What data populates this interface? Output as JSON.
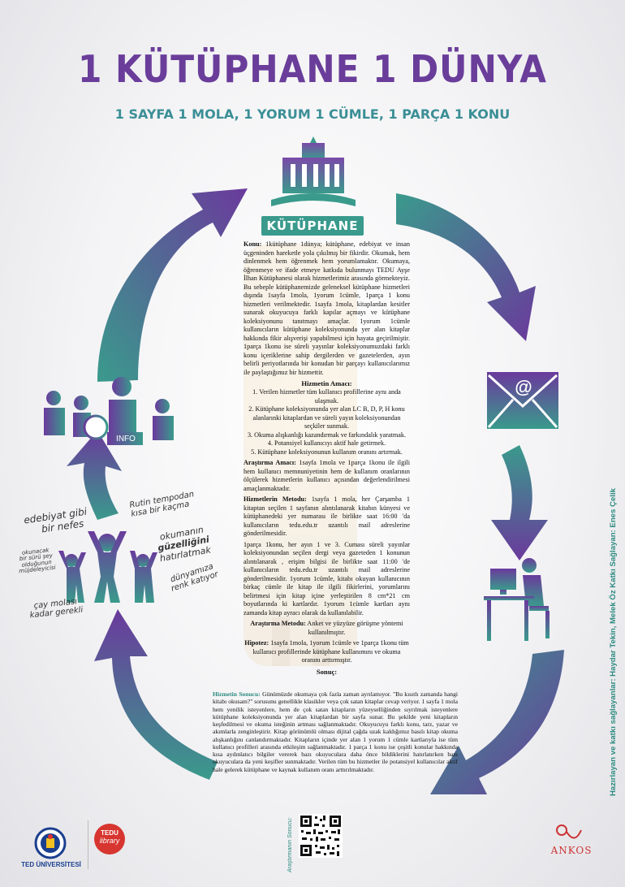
{
  "title": "1 KÜTÜPHANE 1 DÜNYA",
  "subtitle": {
    "part1": "1 SAYFA  1 MOLA,",
    "part2": " 1 YORUM 1 CÜMLE,",
    "part3": " 1 PARÇA 1 KONU"
  },
  "library_label": "KÜTÜPHANE",
  "info_label": "INFO",
  "email_icon": "@",
  "colors": {
    "purple": "#6a3d9a",
    "teal": "#3b8f96",
    "green": "#2c8a80"
  },
  "konu": {
    "label": "Konu:",
    "text": " 1kütüphane 1dünya; kütüphane, edebiyat ve insan üçgeninden hareketle yola çıkılmış bir fikirdir. Okumak, hem dinlenmek hem öğrenmek hem yorumlamaktır. Okumaya, öğrenmeye ve ifade etmeye katkıda bulunmayı TEDU Ayşe İlhan Kütüphanesi olarak hizmetlerimiz arasında görmekteyiz. Bu sebeple kütüphanemizde geleneksel kütüphane hizmetleri dışında 1sayfa 1mola, 1yorum 1cümle, 1parça 1 konu hizmetleri verilmektedir. 1sayfa 1mola, kitaplardan kesitler sunarak okuyucuya farklı kapılar açmayı ve kütüphane koleksiyonunu tanıtmayı amaçlar. 1yorum 1cümle kullanıcıların kütüphane koleksiyonunda yer alan kitaplar hakkında fikir alışverişi yapabilmesi için hayata geçirilmiştir. 1parça 1konu ise süreli yayınlar koleksiyonumuzdaki farklı konu içeriklerine sahip dergilerden ve gazetelerden, ayın belirli periyotlarında bir konudan bir parçayı kullanıcılarımız ile paylaştığımız bir hizmettir."
  },
  "amac": {
    "heading": "Hizmetin Amacı:",
    "items": [
      "1. Verilen hizmetler tüm kullanıcı profillerine aynı anda ulaşmak.",
      "2. Kütüphane koleksiyonunda yer alan LC B, D, P, H konu alanlarınki kitaplardan ve süreli yayın koleksiyonundan seçkiler sunmak.",
      "3. Okuma alışkanlığı kazandırmak ve farkındalık yaratmak.",
      "4. Potansiyel kullanıcıyı aktif hale getirmek.",
      "5. Kütüphane koleksiyonunun kullanım oranını artırmak."
    ]
  },
  "arastirma_amaci": {
    "label": "Araştırma Amacı:",
    "text": " 1sayfa 1mola ve 1parça 1konu ile ilgili hem kullanıcı memnuniyetinin hem de kullanım oranlarının ölçülerek hizmetlerin kullanıcı açısından değerlendirilmesi amaçlanmaktadır."
  },
  "metodu": {
    "label": "Hizmetlerin Metodu:",
    "text1": " 1sayfa 1 mola, her Çarşamba 1 kitaptan seçilen 1 sayfanın alıntılanarak kitabın künyesi ve kütüphanedeki yer numarası ile birlikte saat 16:00 'da kullanıcıların tedu.edu.tr uzantılı mail adreslerine gönderilmesidir.",
    "text2": "1parça 1konu, her ayın 1 ve 3. Cuması süreli yayınlar koleksiyonundan seçilen dergi veya gazeteden 1 konunun alıntılanarak , erişim bilgisi ile birlikte saat 11:00 'de kullanıcıların tedu.edu.tr uzantılı mail adreslerine gönderilmesidir. 1yorum 1cümle, kitabı okuyan kullanıcının birkaç cümle ile kitap ile ilgili fikirlerini, yorumlarını belirtmesi için kitap içine yerleştirilen 8 cm*21 cm boyutlarında ki kartlardır. 1yorum 1cümle kartları aynı zamanda kitap ayracı olarak da kullanılabilir."
  },
  "arastirma_metodu": {
    "label": "Araştırma Metodu:",
    "text": " Anket ve yüzyüze görüşme yöntemi kullanılmıştır."
  },
  "hipotez": {
    "label": "Hipotez:",
    "text": " 1sayfa 1mola, 1yorum 1cümle ve 1parça 1konu tüm kullanıcı profillerinde kütüphane kullanımını ve okuma oranını arttırmıştır."
  },
  "sonuc": {
    "heading": "Sonuç:",
    "label": "Hizmetin Sonucu:",
    "text": " Günümüzde okumaya çok fazla zaman ayrılamıyor. \"Bu kısıtlı zamanda hangi kitabı okusam?\" sorusunu genellikle klasikler veya çok satan kitaplar cevap veriyor. 1 sayfa 1 mola hem yenilik isteyenlere, hem de çok satan kitapların yüzeyselliğinden sıyrılmak isteyenlere kütüphane koleksiyonunda yer alan kitaplardan bir sayfa sunar. Bu şekilde yeni kitapların keşfedilmesi ve okuma isteğinin artması sağlanmaktadır. Okuyucuyu farklı konu, tarz, yazar ve akımlarla zenginleştirir. Kitap görünümlü olması dijital çağda uzak kaldığımız basılı kitap okuma alışkanlığını canlandırmaktadır. Kitapların içinde yer alan 1 yorum 1 cümle kartlarıyla ise tüm kullanıcı profilleri arasında etkileşim sağlanmaktadır. 1 parça 1 konu ise çeşitli konular hakkında kısa aydınlatıcı bilgiler vererek bazı okuyuculara daha önce bildiklerini hatırlatırken bazı okuyuculara da yeni keşifler sunmaktadır. Verilen tüm bu hizmetler ile potansiyel kullanıcılar aktif hale gelerek kütüphane ve kaynak kullanım oranı arttırılmaktadır."
  },
  "qr_caption": "Araştırmanın Sonucu:",
  "credits": "Hazırlayan ve katkı sağlayanlar: Haydar Tekin, Melek Öz Katkı Sağlayan: Enes Çelik",
  "logos": {
    "ted": "TED ÜNİVERSİTESİ",
    "tedu_top": "TEDU",
    "tedu_bottom": "library",
    "ankos": "ANKOS"
  },
  "handwritten": {
    "h1": "edebiyat gibi",
    "h2": "bir nefes",
    "h3": "Rutin tempodan",
    "h4": "kısa bir kaçma",
    "h5": "okumanın",
    "h6": "güzelliğini",
    "h7": "hatırlatmak",
    "h8": "okunacak",
    "h9": "bir sürü şey",
    "h10": "olduğunun",
    "h11": "müjdeleyicisi",
    "h12": "dünyamıza",
    "h13": "renk katıyor",
    "h14": "çay molası",
    "h15": "kadar gerekli"
  }
}
